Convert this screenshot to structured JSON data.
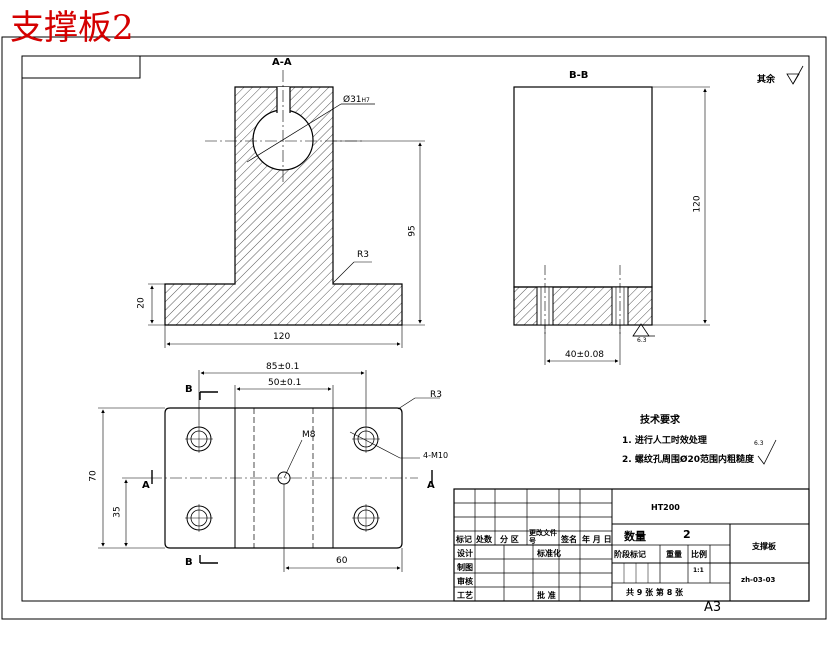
{
  "title": "支撑板2",
  "sections": {
    "aa": "A-A",
    "bb": "B-B"
  },
  "dims": {
    "hole_dia": "Ø31",
    "hole_suffix": "H7",
    "h95": "95",
    "h20": "20",
    "w120_front": "120",
    "r3_front": "R3",
    "h120_side": "120",
    "w40": "40±0.08",
    "rough_side": "6.3",
    "w85": "85±0.1",
    "w50": "50±0.1",
    "r3_top": "R3",
    "m8": "M8",
    "m10": "4-M10",
    "h70": "70",
    "h35": "35",
    "w60": "60",
    "cut_b": "B",
    "cut_a": "A",
    "rest": "其余"
  },
  "tech": {
    "title": "技术要求",
    "line1": "1. 进行人工时效处理",
    "line2": "2. 螺纹孔周围Ø20范围内粗糙度",
    "rough": "6.3"
  },
  "titleblock": {
    "material": "HT200",
    "part_name": "支撑板",
    "qty_label": "数量",
    "qty_value": "2",
    "stage_mark": "阶段标记",
    "weight": "重量",
    "scale_label": "比例",
    "scale_value": "1:1",
    "drawing_no": "zh-03-03",
    "sheet": "共 9 张    第 8 张",
    "row_mark": "标记",
    "row_count": "处数",
    "row_zone": "分 区",
    "row_doc": "更改文件号",
    "row_sign": "签名",
    "row_date": "年 月 日",
    "design": "设计",
    "standard": "标准化",
    "drafter": "制图",
    "checker": "审核",
    "process": "工艺",
    "approve": "批 准"
  },
  "format": "A3"
}
